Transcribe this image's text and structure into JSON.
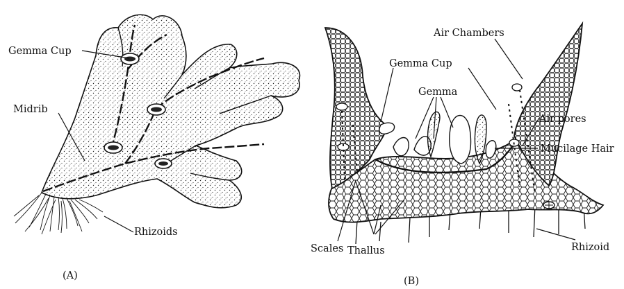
{
  "figure_a": {
    "caption": "(A)",
    "labels": {
      "gemma_cup": "Gemma Cup",
      "midrib": "Midrib",
      "rhizoids": "Rhizoids"
    }
  },
  "figure_b": {
    "caption": "(B)",
    "labels": {
      "air_chambers": "Air Chambers",
      "gemma_cup": "Gemma Cup",
      "gemma": "Gemma",
      "air_pores": "Air pores",
      "mucilage_hair": "Mucilage Hair",
      "scales": "Scales",
      "thallus": "Thallus",
      "rhizoid": "Rhizoid"
    }
  }
}
